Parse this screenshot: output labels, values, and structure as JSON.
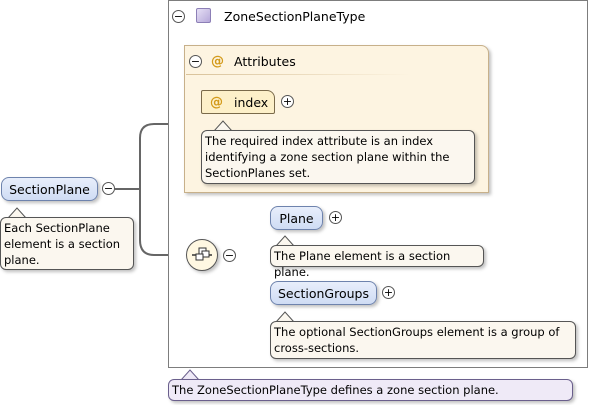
{
  "type": {
    "title": "ZoneSectionPlaneType",
    "description": "The ZoneSectionPlaneType defines a zone section plane."
  },
  "attributes": {
    "label": "Attributes",
    "at_symbol": "@",
    "items": [
      {
        "name": "index",
        "description": "The required index attribute is an index identifying a zone section plane within the SectionPlanes set."
      }
    ]
  },
  "root": {
    "name": "SectionPlane",
    "description": "Each SectionPlane element is a section plane."
  },
  "children": [
    {
      "name": "Plane",
      "description": "The Plane element is a section plane."
    },
    {
      "name": "SectionGroups",
      "description": "The optional SectionGroups element is a group of cross-sections."
    }
  ],
  "symbols": {
    "collapse": "⊖",
    "expand": "⊕",
    "minus": "−",
    "plus": "+"
  }
}
